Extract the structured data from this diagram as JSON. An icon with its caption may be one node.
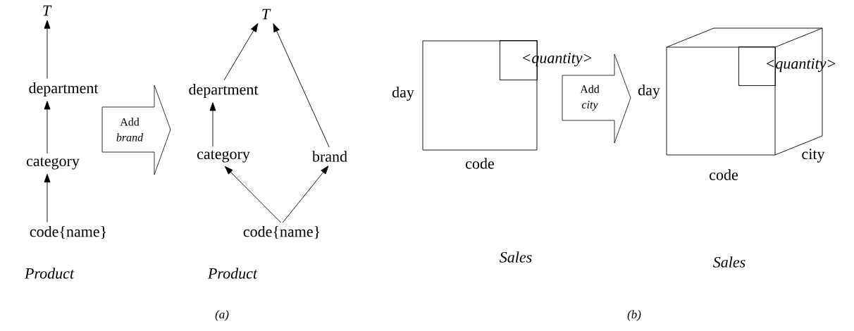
{
  "diagram": {
    "nodes": [
      {
        "text": [
          "T"
        ]
      },
      {
        "text": [
          "department"
        ]
      },
      {
        "text": [
          "category"
        ]
      },
      {
        "text": [
          "code{name}"
        ]
      },
      {
        "text": [
          "Add *brand*"
        ]
      },
      {
        "text": [
          "T"
        ]
      },
      {
        "text": [
          "department"
        ]
      },
      {
        "text": [
          "category"
        ]
      },
      {
        "text": [
          "brand"
        ]
      },
      {
        "text": [
          "code{name}"
        ]
      },
      {
        "text": [],
        "shape": "square"
      },
      {
        "text": [
          "<quantity>"
        ],
        "in": 10
      },
      {
        "text": [
          "Add *city*"
        ]
      },
      {
        "text": [],
        "shape": "cube"
      },
      {
        "text": [
          "<quantity>"
        ],
        "in": 13
      }
    ],
    "edges": [
      {
        "from": 3,
        "to": 2,
        "arrow": "to"
      },
      {
        "from": 2,
        "to": 1,
        "arrow": "to"
      },
      {
        "from": 1,
        "to": 0,
        "arrow": "to"
      },
      {
        "from": 6,
        "to": 5,
        "arrow": "to"
      },
      {
        "from": 8,
        "to": 5,
        "arrow": "to"
      },
      {
        "from": 7,
        "to": 6,
        "arrow": "to"
      },
      {
        "from": 9,
        "to": 7,
        "arrow": "to"
      },
      {
        "from": 9,
        "to": 8,
        "arrow": "to"
      }
    ],
    "labels": [
      "day",
      "code",
      "day",
      "code",
      "city",
      "Product",
      "Product",
      "Sales",
      "Sales",
      "(a)",
      "(b)"
    ]
  }
}
